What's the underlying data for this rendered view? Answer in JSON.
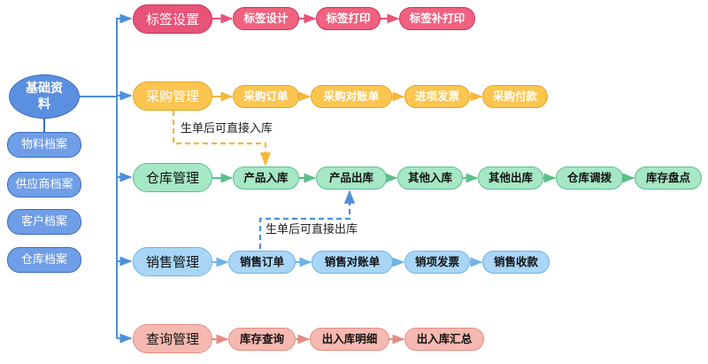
{
  "colors": {
    "trunk": "#4e8fdc",
    "blue_fill": "#5b8fe0",
    "blue_border": "#3a6cc0",
    "side_fill": "#6f9de6",
    "red_fill": "#e85378",
    "red_border": "#c9325a",
    "red_sub_fill": "#f0627f",
    "yellow_fill": "#fbc54f",
    "yellow_border": "#e0a72a",
    "yellow_line": "#f5b73a",
    "green_fill": "#a6e7c6",
    "green_border": "#5bbf8b",
    "lightblue_fill": "#a9d6f7",
    "lightblue_border": "#6eb3e6",
    "pink_fill": "#f6b9b1",
    "pink_border": "#e48c80",
    "dash_blue": "#4e8fdc"
  },
  "root": {
    "label": "基础资料"
  },
  "side_items": [
    "物料档案",
    "供应商档案",
    "客户档案",
    "仓库档案"
  ],
  "categories": [
    {
      "label": "标签设置",
      "theme": "red",
      "items": [
        "标签设计",
        "标签打印",
        "标签补打印"
      ]
    },
    {
      "label": "采购管理",
      "theme": "yellow",
      "items": [
        "采购订单",
        "采购对账单",
        "进项发票",
        "采购付款"
      ]
    },
    {
      "label": "仓库管理",
      "theme": "green",
      "items": [
        "产品入库",
        "产品出库",
        "其他入库",
        "其他出库",
        "仓库调拨",
        "库存盘点"
      ]
    },
    {
      "label": "销售管理",
      "theme": "lightblue",
      "items": [
        "销售订单",
        "销售对账单",
        "销项发票",
        "销售收款"
      ]
    },
    {
      "label": "查询管理",
      "theme": "pink",
      "items": [
        "库存查询",
        "出入库明细",
        "出入库汇总"
      ]
    }
  ],
  "notes": {
    "purchase_to_stock": "生单后可直接入库",
    "sales_to_stock": "生单后可直接出库"
  }
}
